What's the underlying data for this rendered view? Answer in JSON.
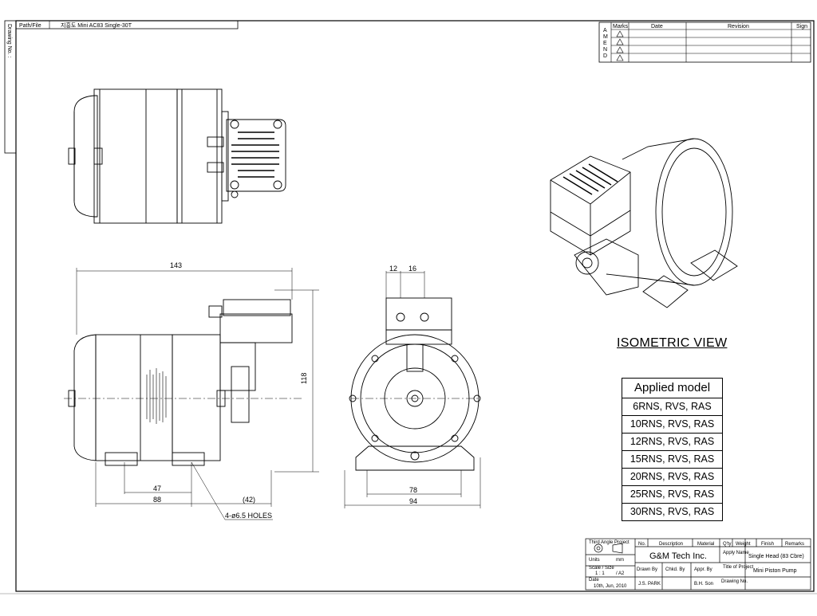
{
  "header": {
    "path_label": "Path/File",
    "path_value": "지흥도  Mini AC83 Single-30T",
    "drawing_no_label": "Drawing No. :"
  },
  "amend": {
    "letters": [
      "A",
      "M",
      "E",
      "N",
      "D"
    ],
    "cols": [
      "Marks",
      "Date",
      "Revision",
      "Sign"
    ]
  },
  "views": {
    "isometric_title": "ISOMETRIC VIEW"
  },
  "dimensions": {
    "total_length": "143",
    "height": "118",
    "d47": "47",
    "d88": "88",
    "d42": "(42)",
    "holes": "4-ø6.5 HOLES",
    "d12": "12",
    "d16": "16",
    "d78": "78",
    "d94": "94"
  },
  "applied_model": {
    "title": "Applied model",
    "rows": [
      "6RNS, RVS, RAS",
      "10RNS, RVS, RAS",
      "12RNS, RVS, RAS",
      "15RNS, RVS, RAS",
      "20RNS, RVS, RAS",
      "25RNS, RVS, RAS",
      "30RNS, RVS, RAS"
    ]
  },
  "title_block": {
    "projection": "Third Angle Project",
    "units_label": "Units",
    "units_value": "mm",
    "scale_label": "Scale / Size",
    "scale_value": "1 : 1",
    "size_value": "/ A2",
    "date_label": "Date",
    "date_value": "10th, Jun, 2010",
    "company": "G&M Tech Inc.",
    "col_no": "No.",
    "col_desc": "Description",
    "col_material": "Material",
    "col_qty": "Q'ty",
    "col_weight": "Weight",
    "col_finish": "Finish",
    "col_remarks": "Remarks",
    "apply_name_label": "Apply Name",
    "apply_name_value": "Single Head (83 Cbre)",
    "title_label": "Title of Project",
    "title_value": "Mini Piston Pump",
    "drawn_by": "Drawn By",
    "chkd_by": "Chkd. By",
    "appr_by": "Appr. By",
    "drawing_no": "Drawing No.",
    "drawn_name": "J.S. PARK",
    "appr_name": "B.H. Son"
  }
}
